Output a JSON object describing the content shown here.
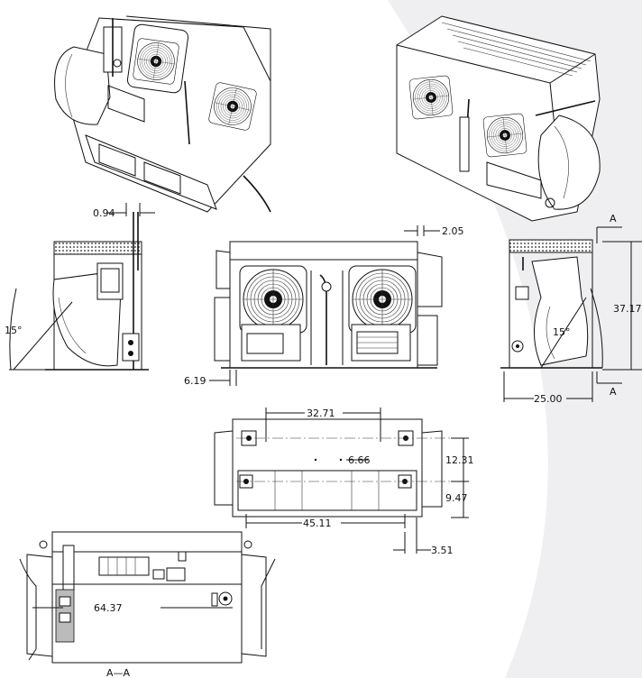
{
  "background_color": "#ffffff",
  "watermark_color": "#efeff1",
  "line_color": "#111111",
  "dimensions": {
    "d_094": "0.94",
    "d_205": "2.05",
    "d_619": "6.19",
    "d_3717": "37.17",
    "d_2500": "25.00",
    "d_3271": "32.71",
    "d_666": "6.66",
    "d_1231": "12.31",
    "d_947": "9.47",
    "d_4511": "45.11",
    "d_351": "3.51",
    "d_6437": "64.37"
  },
  "angles": {
    "left_view": "15°",
    "right_view": "15°"
  },
  "section_marks": {
    "top": "A",
    "bottom": "A",
    "caption": "A—A"
  }
}
